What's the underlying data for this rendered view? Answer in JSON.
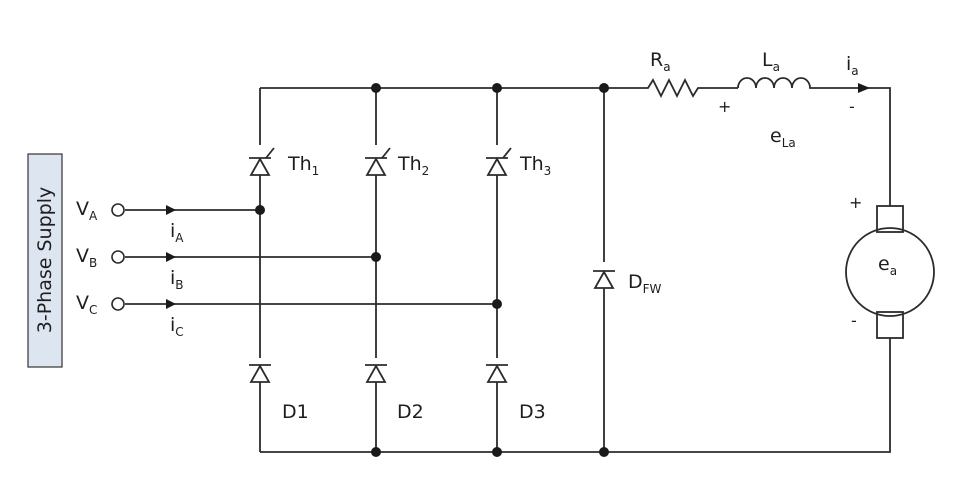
{
  "supply": {
    "label": "3-Phase Supply"
  },
  "phases": [
    {
      "main": "V",
      "sub": "A"
    },
    {
      "main": "V",
      "sub": "B"
    },
    {
      "main": "V",
      "sub": "C"
    }
  ],
  "currents": [
    {
      "main": "i",
      "sub": "A"
    },
    {
      "main": "i",
      "sub": "B"
    },
    {
      "main": "i",
      "sub": "C"
    }
  ],
  "thyristors": [
    {
      "main": "Th",
      "sub": "1"
    },
    {
      "main": "Th",
      "sub": "2"
    },
    {
      "main": "Th",
      "sub": "3"
    }
  ],
  "diodes": [
    "D1",
    "D2",
    "D3"
  ],
  "freewheel_diode": {
    "main": "D",
    "sub": "FW"
  },
  "armature": {
    "resistor": {
      "main": "R",
      "sub": "a"
    },
    "inductor": {
      "main": "L",
      "sub": "a"
    },
    "current": {
      "main": "i",
      "sub": "a"
    },
    "inductor_voltage": {
      "main": "e",
      "sub": "La"
    },
    "back_emf": {
      "main": "e",
      "sub": "a"
    },
    "plus": "+",
    "minus": "-"
  }
}
